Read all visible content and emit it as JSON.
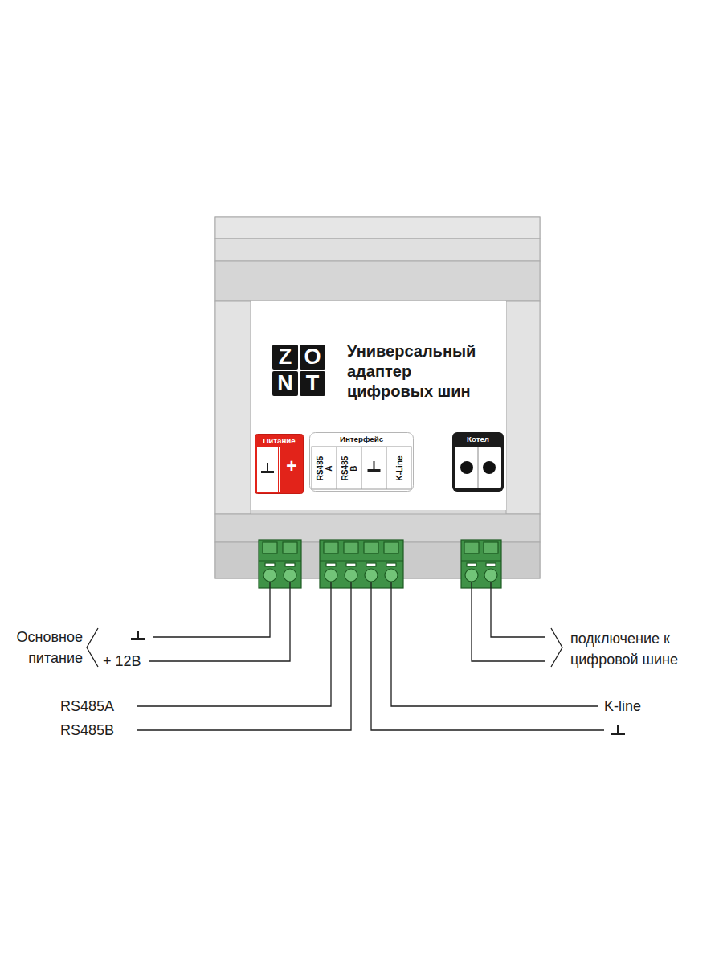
{
  "diagram": {
    "nodes": [
      {
        "text": [
          "Универсальный адаптер цифровых шин"
        ]
      },
      {
        "text": [
          "Питание",
          "+"
        ],
        "in": 0
      },
      {
        "text": [
          "Интерфейс",
          "RS485 A",
          "RS485 B",
          "K-Line"
        ],
        "in": 0
      },
      {
        "text": [
          "Котел"
        ],
        "in": 0
      }
    ],
    "labels": [
      "Z",
      "O",
      "N",
      "T",
      "Основное питание",
      "+ 12В",
      "RS485A",
      "RS485B",
      "K-line",
      "подключение к цифровой шине"
    ]
  }
}
